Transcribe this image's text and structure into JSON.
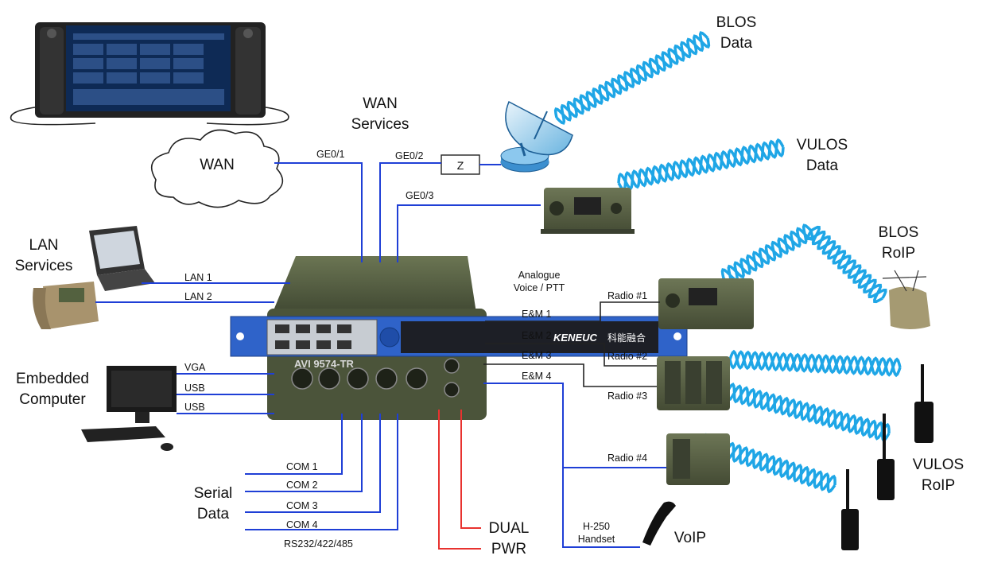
{
  "labels": {
    "blos_data": [
      "BLOS",
      "Data"
    ],
    "wan_services": [
      "WAN",
      "Services"
    ],
    "vulos_data": [
      "VULOS",
      "Data"
    ],
    "blos_roip": [
      "BLOS",
      "RoIP"
    ],
    "lan_services": [
      "LAN",
      "Services"
    ],
    "embedded_computer": [
      "Embedded",
      "Computer"
    ],
    "serial_data": [
      "Serial",
      "Data"
    ],
    "dual_pwr": [
      "DUAL",
      "PWR"
    ],
    "vulos_roip": [
      "VULOS",
      "RoIP"
    ],
    "voip": "VoIP",
    "analogue": [
      "Analogue",
      "Voice / PTT"
    ],
    "h250": [
      "H-250",
      "Handset"
    ],
    "wan_cloud": "WAN",
    "impedance": "Z"
  },
  "ports": {
    "ge01": "GE0/1",
    "ge02": "GE0/2",
    "ge03": "GE0/3",
    "lan1": "LAN 1",
    "lan2": "LAN 2",
    "vga": "VGA",
    "usb1": "USB",
    "usb2": "USB",
    "com1": "COM 1",
    "com2": "COM 2",
    "com3": "COM 3",
    "com4": "COM 4",
    "rs": "RS232/422/485",
    "em1": "E&M 1",
    "em2": "E&M 2",
    "em3": "E&M 3",
    "em4": "E&M 4",
    "radio1": "Radio #1",
    "radio2": "Radio #2",
    "radio3": "Radio #3",
    "radio4": "Radio #4"
  },
  "device": {
    "model": "AVI 9574-TR",
    "brand": "KENEUC",
    "brand_cn": "科能融合"
  },
  "colors": {
    "ethernet_wire": "#1f3fd6",
    "power_wire": "#e8322f",
    "radio_link": "#1fa6e6",
    "rack_blue": "#2f63c9",
    "military_green": "#4f5a3a"
  }
}
